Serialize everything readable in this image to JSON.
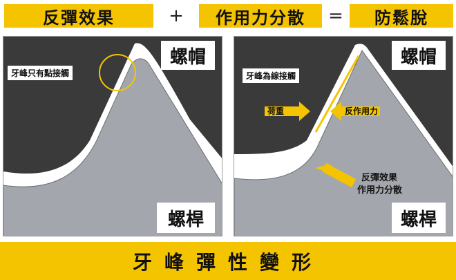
{
  "header": {
    "term1": "反彈效果",
    "plus": "+",
    "term2": "作用力分散",
    "equals": "=",
    "result": "防鬆脫"
  },
  "left_panel": {
    "nut_label": "螺帽",
    "bolt_label": "螺桿",
    "contact_note": "牙峰只有點接觸"
  },
  "right_panel": {
    "nut_label": "螺帽",
    "bolt_label": "螺桿",
    "contact_note": "牙峰為線接觸",
    "load_label": "荷重",
    "reaction_label": "反作用力",
    "rebound_line1": "反彈效果",
    "rebound_line2": "作用力分散"
  },
  "footer": {
    "caption": "牙峰彈性變形"
  },
  "colors": {
    "accent": "#f5c400",
    "nut": "#3a3a3a",
    "bolt": "#a3a7ad",
    "contact_line": "#f5c400"
  },
  "icons": {
    "contact_marker": "circle-highlight",
    "load_arrow": "arrow-right-icon",
    "reaction_arrow": "arrow-left-icon",
    "rebound_arrow": "arrow-up-left-icon"
  }
}
